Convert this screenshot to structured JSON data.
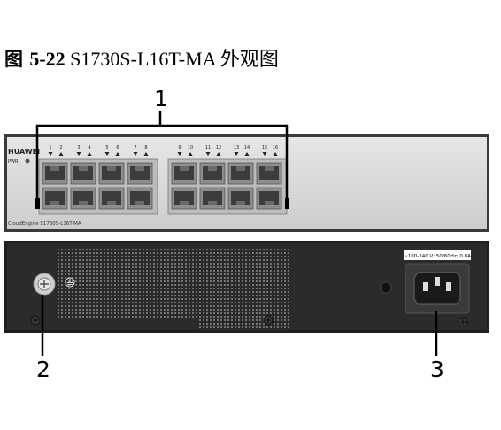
{
  "caption": {
    "label": "图 ",
    "number": "5-22",
    "title": " S1730S-L16T-MA 外观图"
  },
  "front_panel": {
    "brand": "HUAWEI",
    "pwr_label": "PWR",
    "model_label": "CloudEngine S1730S-L16T-MA",
    "port_numbers": [
      "1",
      "2",
      "3",
      "4",
      "5",
      "6",
      "7",
      "8",
      "9",
      "10",
      "11",
      "12",
      "13",
      "14",
      "15",
      "16"
    ]
  },
  "rear_panel": {
    "power_rating": "~100-240 V; 50/60Hz; 0.8A"
  },
  "callouts": {
    "ports": "1",
    "ground": "2",
    "power": "3"
  }
}
